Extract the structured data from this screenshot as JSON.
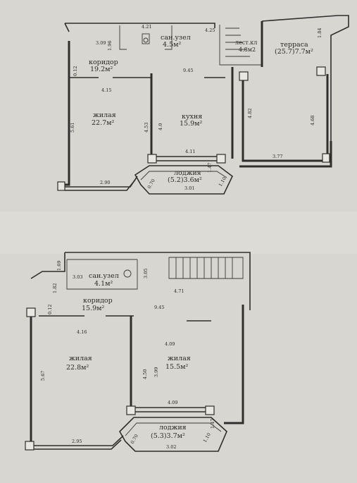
{
  "floor1": {
    "rooms": {
      "bathroom": {
        "name": "сан.узел",
        "area": "4.5м²"
      },
      "corridor": {
        "name": "коридор",
        "area": "19.2м²"
      },
      "living": {
        "name": "жилая",
        "area": "22.7м²"
      },
      "kitchen": {
        "name": "кухня",
        "area": "15.9м²"
      },
      "loggia": {
        "name": "лоджия",
        "area": "(5.2)3.6м²"
      },
      "stair": {
        "name": "лест.кл",
        "area": "4.8м2"
      },
      "terrace": {
        "name": "терраса",
        "area": "(25.7)7.7м²"
      }
    },
    "dims": {
      "d421": "4.21",
      "d309": "3.09",
      "d196": "1.96",
      "d425": "4.25",
      "d184": "1.84",
      "d012": "0.12",
      "d945": "9.45",
      "d415": "4.15",
      "d561": "5.61",
      "d453": "4.53",
      "d40": "4.0",
      "d482": "4.82",
      "d468": "4.68",
      "d411": "4.11",
      "d377": "3.77",
      "d290": "2.90",
      "d070": "0.70",
      "d301": "3.01",
      "d147": "1.47",
      "d110": "1.10"
    }
  },
  "floor2": {
    "rooms": {
      "bathroom": {
        "name": "сан.узел",
        "area": "4.1м²"
      },
      "corridor": {
        "name": "коридор",
        "area": "15.9м²"
      },
      "living1": {
        "name": "жилая",
        "area": "22.8м²"
      },
      "living2": {
        "name": "жилая",
        "area": "15.5м²"
      },
      "loggia": {
        "name": "лоджия",
        "area": "(5.3)3.7м²"
      }
    },
    "dims": {
      "d169": "1.69",
      "d303": "3.03",
      "d305": "3.05",
      "d182": "1.82",
      "d471": "4.71",
      "d012": "0.12",
      "d945": "9.45",
      "d416": "4.16",
      "d409a": "4.09",
      "d567": "5.67",
      "d450": "4.50",
      "d399": "3.99",
      "d409b": "4.09",
      "d295": "2.95",
      "d070": "0.70",
      "d302": "3.02",
      "d147": "1.47",
      "d110": "1.10"
    }
  }
}
